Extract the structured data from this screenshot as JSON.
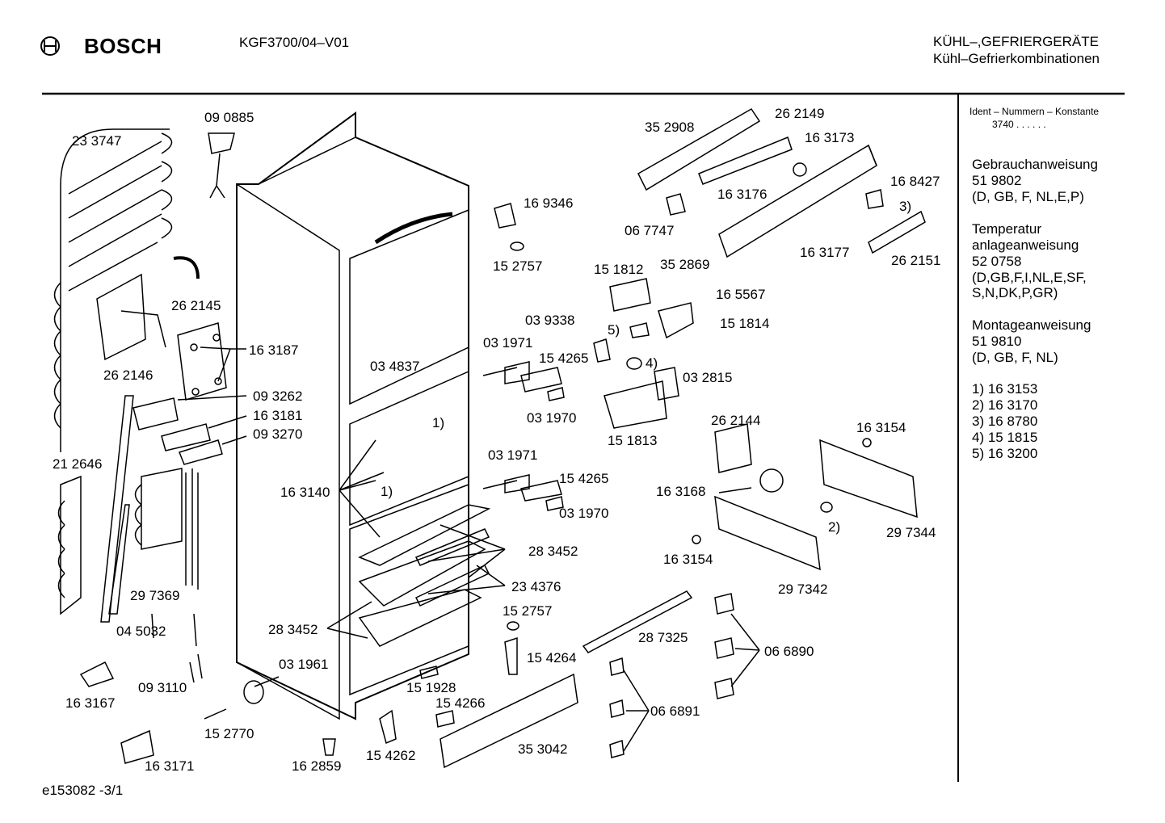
{
  "header": {
    "brand": "BOSCH",
    "model": "KGF3700/04–V01",
    "category": "KÜHL–,GEFRIERGERÄTE",
    "subcategory": "Kühl–Gefrierkombinationen"
  },
  "sidebar": {
    "ident_label": "Ident – Nummern – Konstante",
    "ident_value": "3740 . . . . . .",
    "docs": [
      {
        "title": "Gebrauchanweisung",
        "number": "51 9802",
        "langs": "(D, GB, F, NL,E,P)"
      },
      {
        "title": "Temperatur",
        "title2": "anlageanweisung",
        "number": "52 0758",
        "langs": "(D,GB,F,I,NL,E,SF,",
        "langs2": "S,N,DK,P,GR)"
      },
      {
        "title": "Montageanweisung",
        "number": "51 9810",
        "langs": "(D, GB, F, NL)"
      }
    ],
    "footnotes": [
      "1)  16 3153",
      "2)  16 3170",
      "3)  16 8780",
      "4)  15 1815",
      "5)  16 3200"
    ]
  },
  "footer": {
    "code": "e153082   -3/1"
  },
  "parts": [
    "09 0885",
    "23 3747",
    "26 2145",
    "16 3187",
    "26 2146",
    "09 3262",
    "16 3181",
    "09 3270",
    "21 2646",
    "16 3140",
    "29 7369",
    "04 5032",
    "09 3110",
    "16 3167",
    "15 2770",
    "16 3171",
    "16 2859",
    "15 4262",
    "03 1961",
    "03 4837",
    "16 9346",
    "15 2757",
    "03 1971",
    "15 4265",
    "03 1970",
    "03 1971",
    "15 4265",
    "03 1970",
    "28 3452",
    "23 4376",
    "28 3452",
    "15 2757",
    "15 4264",
    "15 1928",
    "15 4266",
    "35 3042",
    "35 2908",
    "26 2149",
    "16 3173",
    "16 3176",
    "06 7747",
    "16 8427",
    "3)",
    "16 3177",
    "26 2151",
    "35 2869",
    "16 5567",
    "15 1812",
    "03 9338",
    "5)",
    "15 1814",
    "4)",
    "03 2815",
    "15 1813",
    "26 2144",
    "16  3168",
    "16 3154",
    "16 3154",
    "2)",
    "29 7344",
    "29 7342",
    "28 7325",
    "06 6890",
    "06 6891",
    "1)",
    "1)"
  ]
}
